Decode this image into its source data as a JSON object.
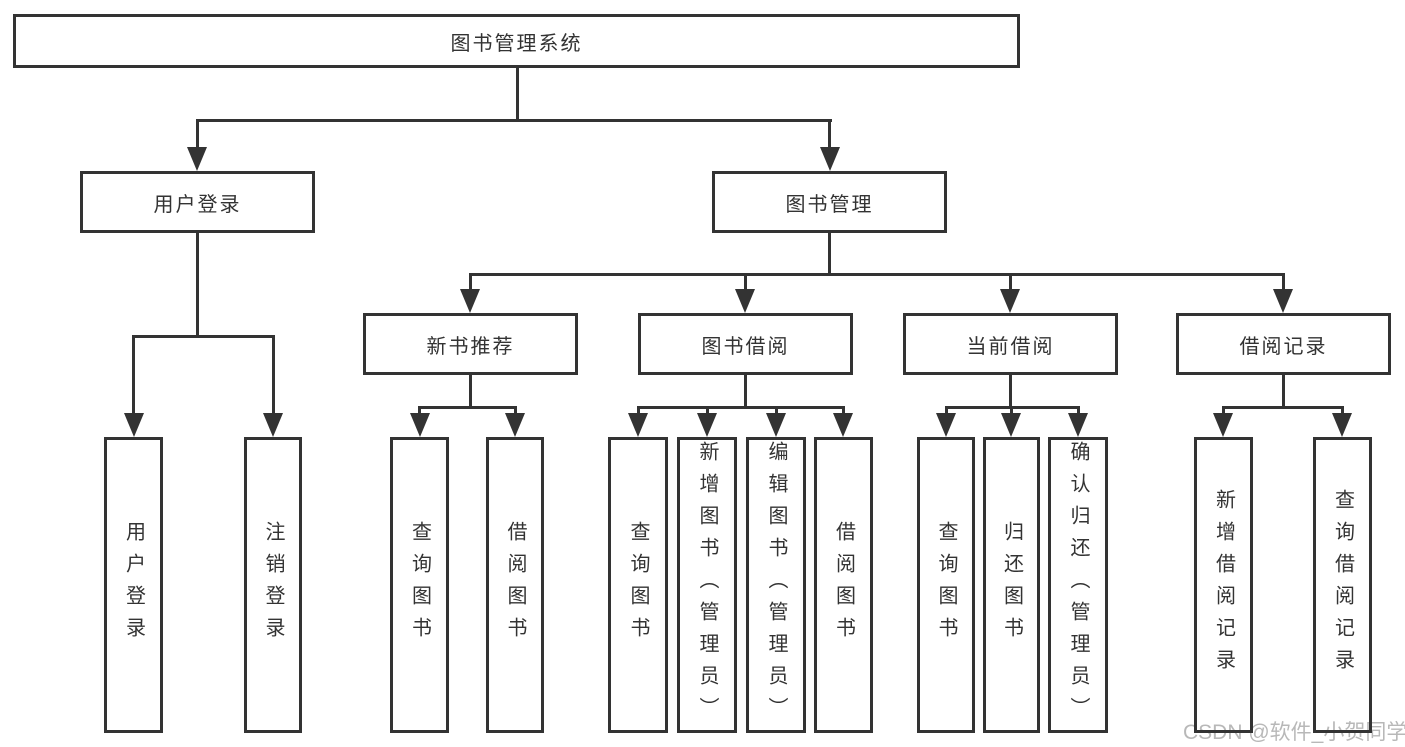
{
  "colors": {
    "line": "#333333",
    "text": "#333333",
    "watermark": "#b8b8b8",
    "background": "#ffffff"
  },
  "watermark": {
    "text": "CSDN @软件_小贺同学"
  },
  "tree": {
    "root": {
      "label": "图书管理系统"
    },
    "branches": [
      {
        "label": "用户登录",
        "children": [
          {
            "label": "用户登录"
          },
          {
            "label": "注销登录"
          }
        ]
      },
      {
        "label": "图书管理",
        "children": [
          {
            "label": "新书推荐",
            "children": [
              {
                "label": "查询图书"
              },
              {
                "label": "借阅图书"
              }
            ]
          },
          {
            "label": "图书借阅",
            "children": [
              {
                "label": "查询图书"
              },
              {
                "label": "新增图书（管理员）"
              },
              {
                "label": "编辑图书（管理员）"
              },
              {
                "label": "借阅图书"
              }
            ]
          },
          {
            "label": "当前借阅",
            "children": [
              {
                "label": "查询图书"
              },
              {
                "label": "归还图书"
              },
              {
                "label": "确认归还（管理员）"
              }
            ]
          },
          {
            "label": "借阅记录",
            "children": [
              {
                "label": "新增借阅记录"
              },
              {
                "label": "查询借阅记录"
              }
            ]
          }
        ]
      }
    ]
  }
}
